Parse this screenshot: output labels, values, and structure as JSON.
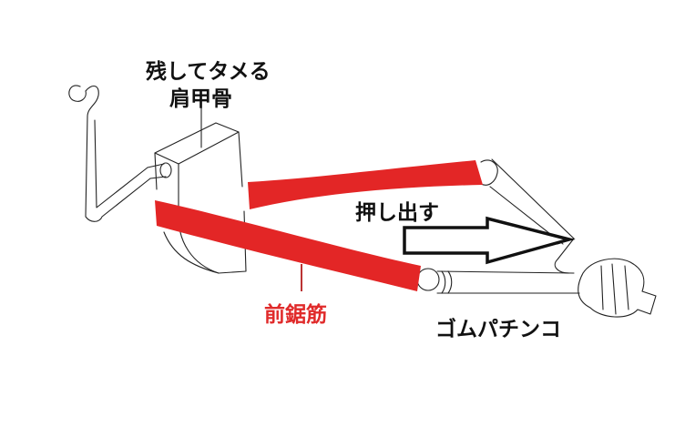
{
  "labels": {
    "scapula_line1": "残してタメる",
    "scapula_line2": "肩甲骨",
    "push_out": "押し出す",
    "serratus_anterior": "前鋸筋",
    "slingshot": "ゴムパチンコ"
  },
  "colors": {
    "muscle": "#e32626",
    "muscle_label": "#e02a2a",
    "ink": "#111111"
  },
  "icons": {
    "direction_arrow": "right-arrow-outline"
  }
}
